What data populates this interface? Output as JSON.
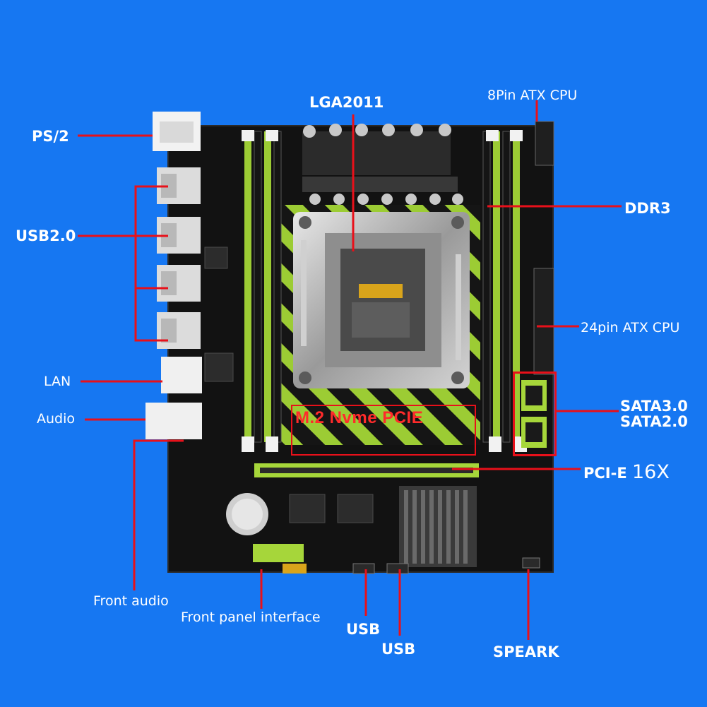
{
  "labels": {
    "ps2": "PS/2",
    "usb20": "USB2.0",
    "lan": "LAN",
    "audio": "Audio",
    "front_audio": "Front audio",
    "front_panel": "Front panel interface",
    "usb_a": "USB",
    "usb_b": "USB",
    "speark": "SPEARK",
    "lga2011": "LGA2011",
    "atx8pin": "8Pin ATX CPU",
    "ddr3": "DDR3",
    "atx24pin": "24pin ATX CPU",
    "sata3": "SATA3.0",
    "sata2": "SATA2.0",
    "pcie_prefix": "PCI-E",
    "pcie_suffix": "16X",
    "m2": "M.2  Nvme  PCIE"
  },
  "colors": {
    "background": "#1677f2",
    "board": "#121212",
    "accent_green": "#a6d63a",
    "callout_red": "#e8101a",
    "label_white": "#ffffff"
  },
  "icons": [
    "cpu-socket-icon",
    "heatsink-icon",
    "coin-battery-icon"
  ]
}
